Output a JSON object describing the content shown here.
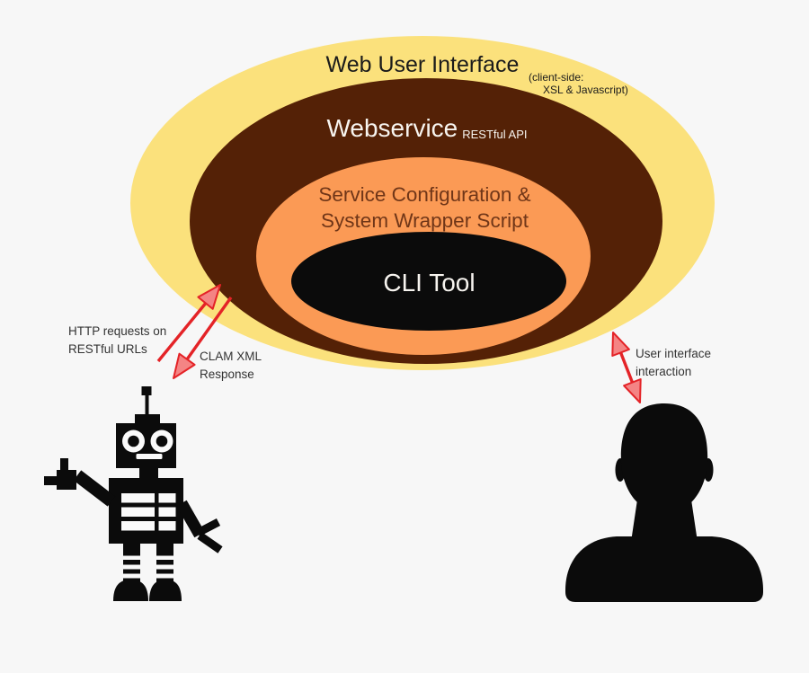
{
  "layers": {
    "web_ui": {
      "label": "Web User Interface",
      "note_line1": "(client-side:",
      "note_line2": "XSL & Javascript)"
    },
    "webservice": {
      "label": "Webservice",
      "note": "RESTful API"
    },
    "service_config": {
      "line1": "Service Configuration &",
      "line2": "System Wrapper Script"
    },
    "cli": {
      "label": "CLI Tool"
    }
  },
  "annotations": {
    "http_requests": {
      "line1": "HTTP requests on",
      "line2": "RESTful URLs"
    },
    "clam_response": {
      "line1": "CLAM XML",
      "line2": "Response"
    },
    "ui_interaction": {
      "line1": "User interface",
      "line2": "interaction"
    }
  },
  "icons": {
    "robot": "robot-icon",
    "person": "person-icon"
  },
  "colors": {
    "background": "#f7f7f7",
    "web_ui": "#fbe17c",
    "webservice": "#542106",
    "service_config": "#fb9a55",
    "cli": "#0b0b0b",
    "arrow_stroke": "#e42327",
    "arrow_fill": "#f48484",
    "silhouette": "#0b0b0b",
    "text_dark": "#1b1b1b",
    "text_light": "#f7f4ef",
    "text_label": "#333333",
    "service_text": "#703618"
  }
}
